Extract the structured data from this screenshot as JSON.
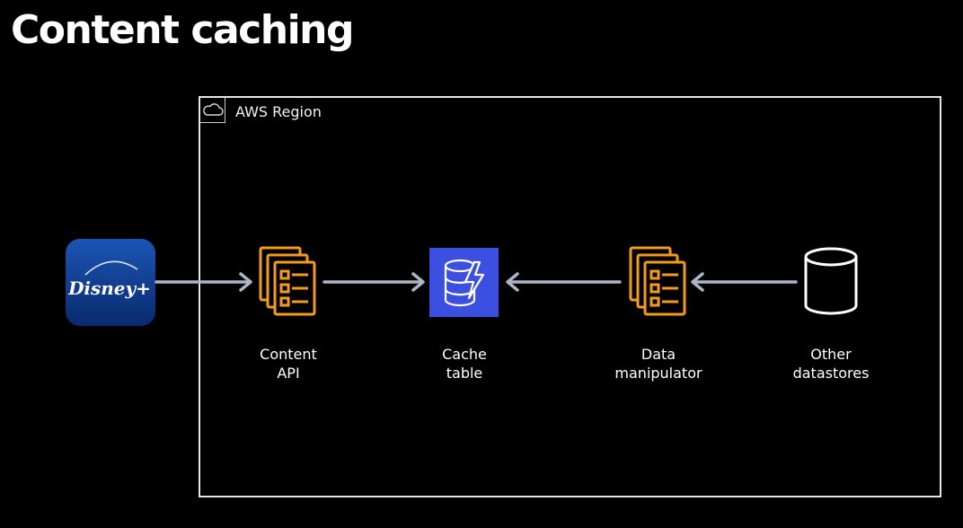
{
  "slide": {
    "title": "Content caching"
  },
  "region": {
    "label": "AWS Region"
  },
  "nodes": {
    "client": {
      "label": "Disney+"
    },
    "content_api": {
      "line1": "Content",
      "line2": "API"
    },
    "cache_table": {
      "line1": "Cache",
      "line2": "table"
    },
    "data_manipulator": {
      "line1": "Data",
      "line2": "manipulator"
    },
    "other_datastores": {
      "line1": "Other",
      "line2": "datastores"
    }
  },
  "colors": {
    "background": "#000000",
    "arrow": "#a9b6c6",
    "lambda_orange": "#f49b1e",
    "dynamodb_blue": "#3b4fe0",
    "disney_blue": "#0e3a8c"
  }
}
